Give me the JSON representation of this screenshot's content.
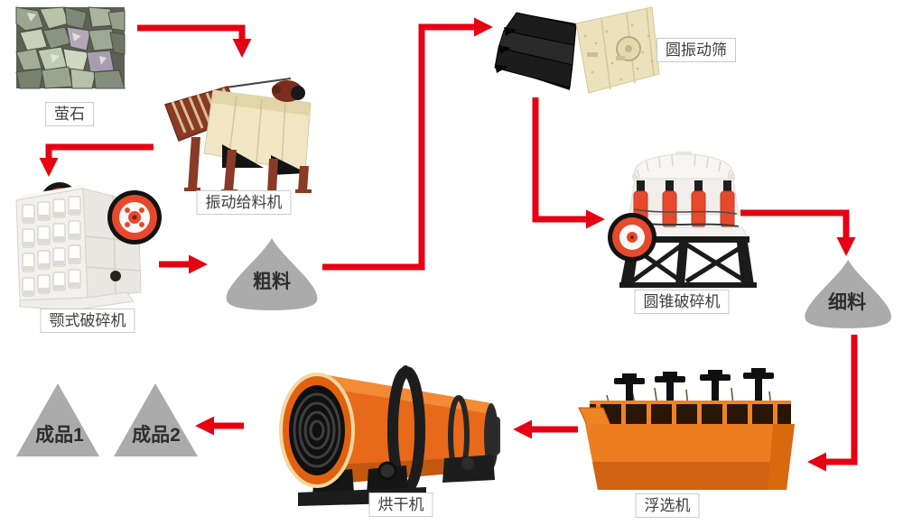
{
  "diagram_type": "process-flow",
  "labels": {
    "fluorite": "萤石",
    "vibrating_feeder": "振动给料机",
    "jaw_crusher": "颚式破碎机",
    "coarse_material": "粗料",
    "circular_vibrating_screen": "圆振动筛",
    "cone_crusher": "圆锥破碎机",
    "fine_material": "细料",
    "flotation_machine": "浮选机",
    "dryer": "烘干机",
    "product_1": "成品1",
    "product_2": "成品2"
  },
  "arrows": [
    {
      "from": "萤石",
      "to": "振动给料机"
    },
    {
      "from": "振动给料机",
      "to": "颚式破碎机"
    },
    {
      "from": "颚式破碎机",
      "to": "粗料"
    },
    {
      "from": "粗料",
      "to": "圆振动筛"
    },
    {
      "from": "圆振动筛",
      "to": "圆锥破碎机"
    },
    {
      "from": "圆锥破碎机",
      "to": "细料"
    },
    {
      "from": "细料",
      "to": "浮选机"
    },
    {
      "from": "浮选机",
      "to": "烘干机"
    },
    {
      "from": "烘干机",
      "to": "成品2"
    }
  ],
  "colors": {
    "arrow_red": "#e60012",
    "pile_gray": "#ababab",
    "label_border": "#cbcbcb",
    "label_text": "#3d3d3d",
    "feeder_cream": "#f0e6c4",
    "feeder_red_brown": "#8a3a26",
    "screen_beige": "#ece1bd",
    "machine_white": "#f2f1ed",
    "flywheel_red": "#e6492c",
    "flotation_orange": "#ed7d21",
    "dryer_orange": "#e8691a",
    "frame_black": "#1c1c1c"
  }
}
